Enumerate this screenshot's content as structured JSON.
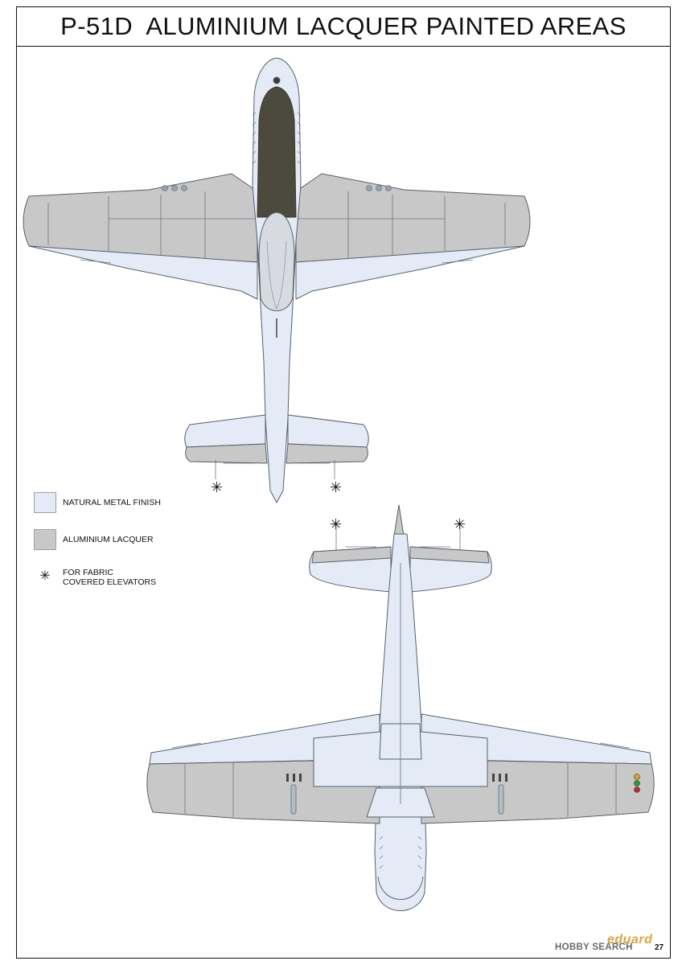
{
  "header": {
    "title": "P-51D  ALUMINIUM LACQUER PAINTED AREAS"
  },
  "legend": {
    "items": [
      {
        "label": "NATURAL METAL FINISH",
        "color": "#e4ebf6"
      },
      {
        "label": "ALUMINIUM LACQUER",
        "color": "#c8c8c8"
      }
    ],
    "note_symbol": "✳",
    "note_lines": [
      "FOR FABRIC",
      "COVERED ELEVATORS"
    ]
  },
  "colors": {
    "natural_metal": "#e4ebf6",
    "aluminium_lacquer": "#c8c8c8",
    "anti_glare": "#4b4a3c",
    "outline": "#55606b",
    "nav_lights": [
      "#e0a020",
      "#2a9a3a",
      "#c8281e"
    ]
  },
  "views": [
    "top-view",
    "bottom-view"
  ],
  "footer": {
    "brand": "eduard",
    "watermark": "HOBBY SEARCH",
    "page_number": "27"
  }
}
